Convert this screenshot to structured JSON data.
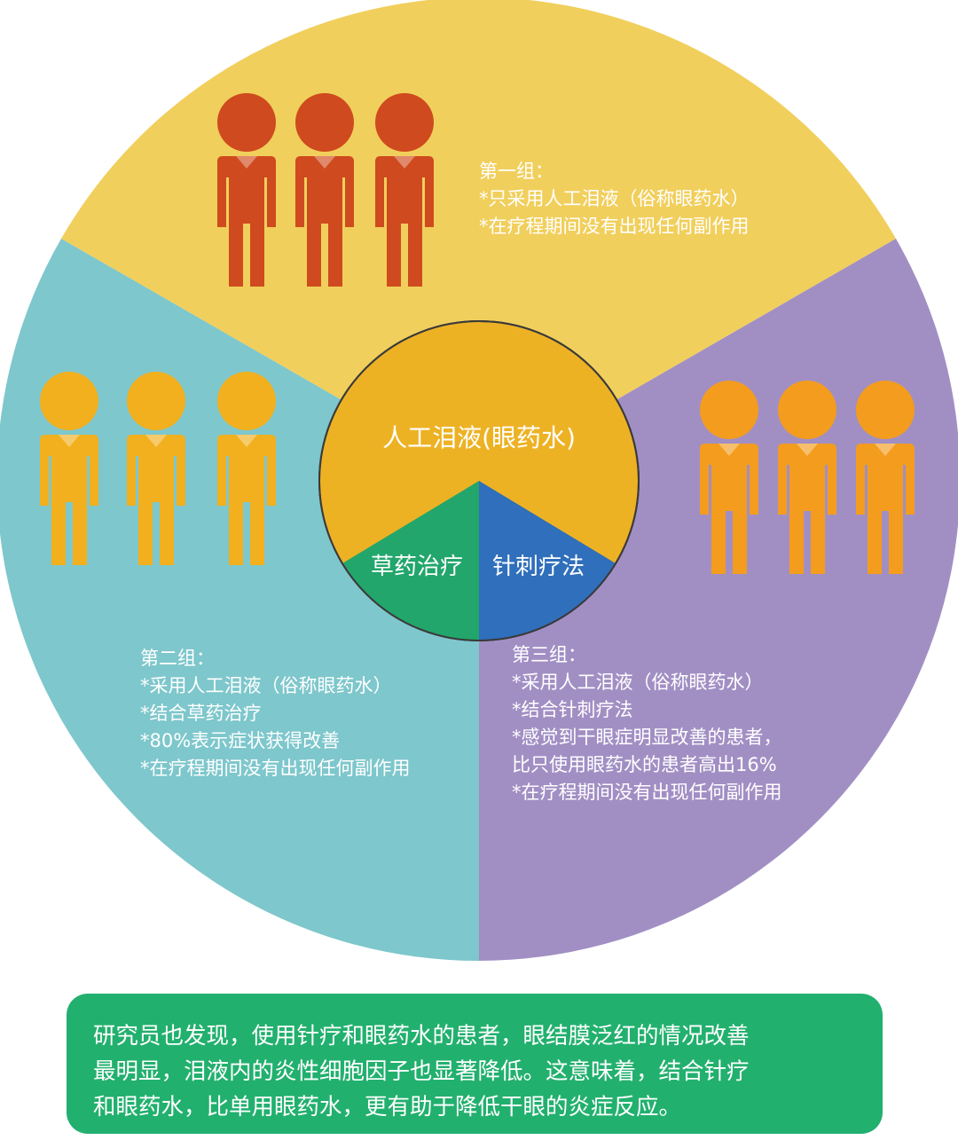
{
  "center": {
    "main_label": "人工泪液(眼药水)",
    "herbal_label": "草药治疗",
    "acupuncture_label": "针刺疗法"
  },
  "groups": [
    {
      "icon": "person-icon",
      "color": "#cf4a1e",
      "lines": [
        "第一组：",
        "*只采用人工泪液（俗称眼药水）",
        "*在疗程期间没有出现任何副作用"
      ]
    },
    {
      "icon": "person-icon",
      "color": "#f2b01e",
      "lines": [
        "第二组：",
        "*采用人工泪液（俗称眼药水）",
        "*结合草药治疗",
        "*80%表示症状获得改善",
        "*在疗程期间没有出现任何副作用"
      ]
    },
    {
      "icon": "person-icon",
      "color": "#f39c1e",
      "lines": [
        "第三组：",
        "*采用人工泪液（俗称眼药水）",
        "*结合针刺疗法",
        "*感觉到干眼症明显改善的患者，",
        "比只使用眼药水的患者高出16%",
        "*在疗程期间没有出现任何副作用"
      ]
    }
  ],
  "conclusion": {
    "lines": [
      "研究员也发现，使用针疗和眼药水的患者，眼结膜泛红的情况改善",
      "最明显，泪液内的炎性细胞因子也显著降低。这意味着，结合针疗",
      "和眼药水，比单用眼药水，更有助于降低干眼的炎症反应。"
    ]
  },
  "colors": {
    "sector_top": "#f1cf5c",
    "sector_left": "#7ec7cc",
    "sector_right": "#a18fc4",
    "center_main": "#edb224",
    "center_herbal": "#22a66b",
    "center_acupuncture": "#2f6fbb",
    "conclusion_bg": "#22b06e"
  }
}
